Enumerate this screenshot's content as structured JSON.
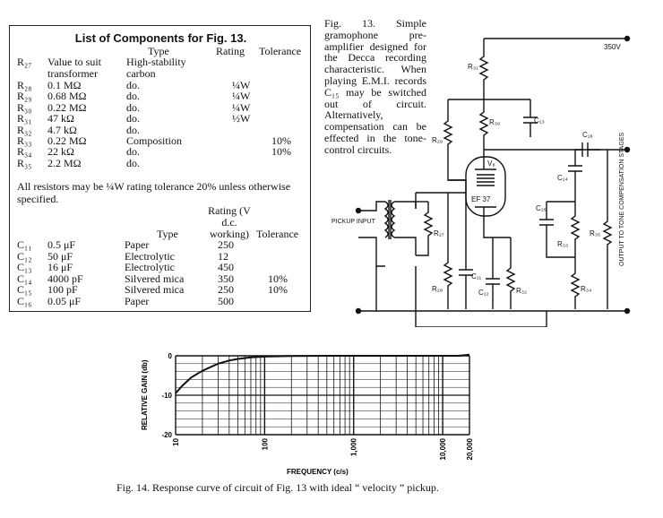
{
  "components": {
    "title": "List of Components for Fig. 13.",
    "headers": {
      "type": "Type",
      "rating": "Rating",
      "tolerance": "Tolerance"
    },
    "resistors": [
      {
        "ref": "R₂₇",
        "value": "Value to suit transformer",
        "type": "High-stability carbon",
        "rating": "",
        "tolerance": ""
      },
      {
        "ref": "R₂₈",
        "value": "0.1 MΩ",
        "type": "do.",
        "rating": "¼W",
        "tolerance": ""
      },
      {
        "ref": "R₂₉",
        "value": "0.68 MΩ",
        "type": "do.",
        "rating": "¼W",
        "tolerance": ""
      },
      {
        "ref": "R₃₀",
        "value": "0.22 MΩ",
        "type": "do.",
        "rating": "¼W",
        "tolerance": ""
      },
      {
        "ref": "R₃₁",
        "value": "47 kΩ",
        "type": "do.",
        "rating": "½W",
        "tolerance": ""
      },
      {
        "ref": "R₃₂",
        "value": "4.7 kΩ",
        "type": "do.",
        "rating": "",
        "tolerance": ""
      },
      {
        "ref": "R₃₃",
        "value": "0.22 MΩ",
        "type": "Composition",
        "rating": "",
        "tolerance": "10%"
      },
      {
        "ref": "R₃₄",
        "value": "22 kΩ",
        "type": "do.",
        "rating": "",
        "tolerance": "10%"
      },
      {
        "ref": "R₃₅",
        "value": "2.2 MΩ",
        "type": "do.",
        "rating": "",
        "tolerance": ""
      }
    ],
    "note": "All resistors may be ¼W rating tolerance 20% unless otherwise specified.",
    "cap_headers": {
      "type": "Type",
      "rating": "Rating (V d.c. working)",
      "tolerance": "Tolerance"
    },
    "capacitors": [
      {
        "ref": "C₁₁",
        "value": "0.5 μF",
        "type": "Paper",
        "rating": "250",
        "tolerance": ""
      },
      {
        "ref": "C₁₂",
        "value": "50 μF",
        "type": "Electrolytic",
        "rating": "12",
        "tolerance": ""
      },
      {
        "ref": "C₁₃",
        "value": "16 μF",
        "type": "Electrolytic",
        "rating": "450",
        "tolerance": ""
      },
      {
        "ref": "C₁₄",
        "value": "4000 pF",
        "type": "Silvered mica",
        "rating": "350",
        "tolerance": "10%"
      },
      {
        "ref": "C₁₅",
        "value": "100 pF",
        "type": "Silvered mica",
        "rating": "250",
        "tolerance": "10%"
      },
      {
        "ref": "C₁₆",
        "value": "0.05 μF",
        "type": "Paper",
        "rating": "500",
        "tolerance": ""
      }
    ]
  },
  "fig13": {
    "caption": "Fig. 13. Simple gramophone pre-amplifier designed for the Decca recording characteristic. When playing E.M.I. records C₁₅ may be switched out of circuit. Alternatively, compensation can be effected in the tone-control circuits.",
    "labels": {
      "supply": "350V",
      "pickup": "PICKUP INPUT",
      "output": "OUTPUT TO TONE COMPENSATION STAGES",
      "valve": "V₈",
      "valve_type": "EF 37",
      "r27": "R₂₇",
      "r28": "R₂₈",
      "r29": "R₂₉",
      "r30": "R₃₀",
      "r31": "R₃₁",
      "r32": "R₃₂",
      "r33": "R₃₃",
      "r34": "R₃₄",
      "r35": "R₃₅",
      "c11": "C₁₁",
      "c12": "C₁₂",
      "c13": "C₁₃",
      "c14": "C₁₄",
      "c15": "C₁₅",
      "c16": "C₁₆"
    }
  },
  "chart_data": {
    "type": "line",
    "title": "",
    "xlabel": "FREQUENCY (c/s)",
    "ylabel": "RELATIVE GAIN (db)",
    "x_scale": "log",
    "xlim": [
      10,
      20000
    ],
    "ylim": [
      -20,
      0
    ],
    "x_ticks": [
      10,
      100,
      1000,
      10000,
      20000
    ],
    "x_tick_labels": [
      "10",
      "100",
      "1,000",
      "10,000",
      "20,000"
    ],
    "y_ticks": [
      0,
      -10,
      -20
    ],
    "y_tick_labels": [
      "0",
      "-10",
      "-20"
    ],
    "grid": true,
    "series": [
      {
        "x": [
          10,
          12,
          15,
          20,
          30,
          40,
          50,
          70,
          100,
          200,
          500,
          1000,
          5000,
          10000,
          15000,
          20000
        ],
        "y": [
          -9.5,
          -7.5,
          -5.5,
          -3.8,
          -2.0,
          -1.2,
          -0.8,
          -0.4,
          -0.2,
          -0.05,
          0,
          0,
          0,
          0,
          0,
          0.3
        ]
      }
    ]
  },
  "fig14": {
    "caption": "Fig. 14. Response curve of circuit of Fig. 13 with ideal “ velocity ” pickup."
  }
}
